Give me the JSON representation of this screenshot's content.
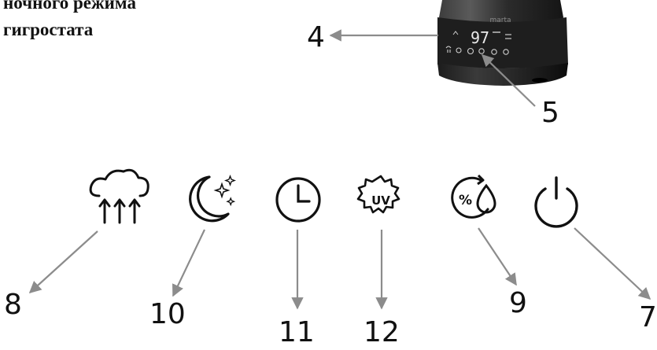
{
  "caption": {
    "line1": "ночного режима",
    "line2": "гигростата"
  },
  "device": {
    "brand": "marta",
    "display_value": "97"
  },
  "callouts": {
    "n4": "4",
    "n5": "5",
    "n8": "8",
    "n10": "10",
    "n11": "11",
    "n12": "12",
    "n9": "9",
    "n7": "7"
  },
  "icons": {
    "uv_label": "UV",
    "percent_label": "%"
  },
  "colors": {
    "arrow": "#8c8c8c",
    "device_body": "#2a2a2a",
    "text": "#111111"
  }
}
